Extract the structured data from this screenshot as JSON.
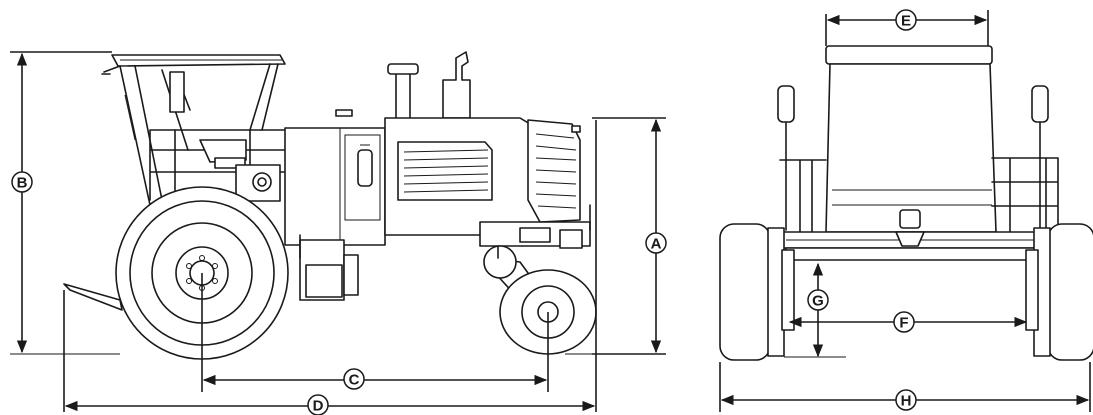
{
  "callouts": {
    "A": "A",
    "B": "B",
    "C": "C",
    "D": "D",
    "E": "E",
    "F": "F",
    "G": "G",
    "H": "H"
  },
  "colors": {
    "line": "#1a1a1a",
    "background": "#ffffff"
  }
}
